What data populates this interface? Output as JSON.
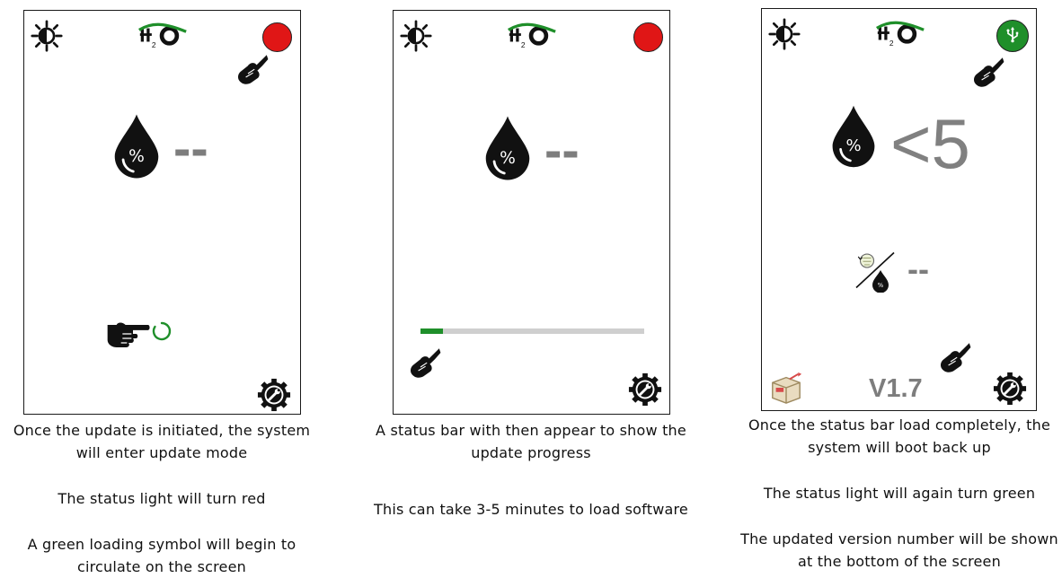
{
  "panels": [
    {
      "moisture_reading": "--",
      "status_light_color": "#e01616",
      "captions": [
        "Once the update is initiated, the system will enter update mode",
        "The status light will turn red",
        "A green loading symbol will begin to circulate on the screen"
      ]
    },
    {
      "moisture_reading": "--",
      "status_light_color": "#e01616",
      "update_progress_percent": 10,
      "captions": [
        "A status bar with then appear to show the update progress",
        "This can take 3-5 minutes to load software"
      ]
    },
    {
      "moisture_reading": "<5",
      "secondary_reading": "--",
      "status_light_color": "#1f8f2a",
      "status_light_icon": "usb-icon",
      "version": "V1.7",
      "captions": [
        "Once the status bar load completely, the system will boot back up",
        "The status light will again turn green",
        "The updated version number will be shown at the bottom of the screen"
      ]
    }
  ],
  "colors": {
    "progress_fill": "#1f8f2a",
    "progress_track": "#cfcfcf",
    "reading_gray": "#7d7d7d",
    "logo_green": "#1f8f2a"
  }
}
